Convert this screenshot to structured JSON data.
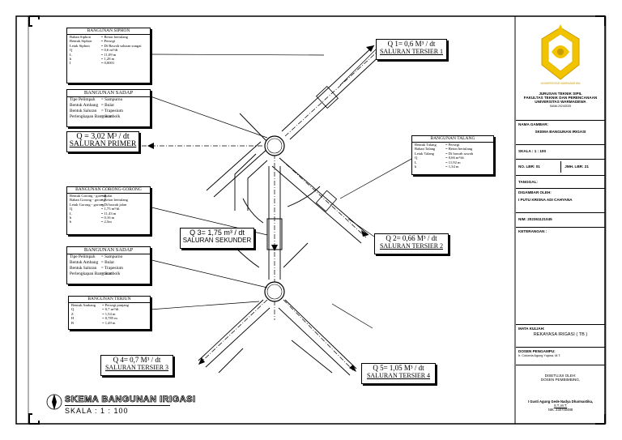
{
  "boxes": {
    "siphon": {
      "title": "BANGUNAN SIPHON",
      "rows": [
        [
          "Bahan Siphon",
          "= Beton bertulang"
        ],
        [
          "Bentuk Siphon",
          "= Persegi"
        ],
        [
          "Letak Siphon",
          "= Di Bawah saluran sungai"
        ],
        [
          "Q",
          "= 0,6 m³/dt"
        ],
        [
          "L",
          "= 11,09 m"
        ],
        [
          "h",
          "= 1,28 m"
        ],
        [
          "I",
          "= 0,0001"
        ]
      ]
    },
    "sadap1": {
      "title": "BANGUNAN SADAP",
      "rows": [
        [
          "Tipe Pelimpah",
          "= Sampurno"
        ],
        [
          "Bentuk Ambang",
          "= Bulat"
        ],
        [
          "Bentuk Saluran",
          "= Trapesium"
        ],
        [
          "Perlengkapan Bangunan",
          "= Scotbolk"
        ]
      ]
    },
    "talang": {
      "title": "BANGUNAN TALANG",
      "rows": [
        [
          "Bentuk Talang",
          "= Persegi"
        ],
        [
          "Bahan Talang",
          "= Beton bertulang"
        ],
        [
          "Letak Talang",
          "= Di bawah sawah"
        ],
        [
          "Q",
          "= 0,66 m³/dt"
        ],
        [
          "L",
          "= 11,92 m"
        ],
        [
          "h",
          "= 1,34 m"
        ]
      ]
    },
    "gorong": {
      "title": "BANGUNAN GORONG-GORONG",
      "rows": [
        [
          "Bentuk Gorong - gorong",
          "= Bulat"
        ],
        [
          "Bahan Gorong - gorong",
          "= Beton bertulang"
        ],
        [
          "Letak Gorong - gorong",
          "= Di bawah jalan"
        ],
        [
          "Q",
          "= 1,75 m³/dt"
        ],
        [
          "L",
          "= 11,43 m"
        ],
        [
          "h",
          "= 0,16 m"
        ],
        [
          "b",
          "= 2,5m"
        ]
      ]
    },
    "sadap2": {
      "title": "BANGUNAN SADAP",
      "rows": [
        [
          "Tipe Pelimpah",
          "= Sampurno"
        ],
        [
          "Bentuk Ambang",
          "= Bulat"
        ],
        [
          "Bentuk Saluran",
          "= Trapesium"
        ],
        [
          "Perlengkapan Bangunan",
          "= Scotbolk"
        ]
      ]
    },
    "terjun": {
      "title": "BANGUNAN TERJUN",
      "rows": [
        [
          "Bentuk Ambang",
          "= Persegi panjang"
        ],
        [
          "Q",
          "= 0,7 m³/dt"
        ],
        [
          "Z",
          "= 1,54 m"
        ],
        [
          "H",
          "= 0,785 m"
        ],
        [
          "B",
          "= 1,49 m"
        ]
      ]
    }
  },
  "flows": {
    "tersier1": {
      "q": "Q 1= 0,6 M³ / dt",
      "name": "SALURAN TERSIER 1"
    },
    "primer": {
      "q": "Q = 3,02 M³ / dt",
      "name": "SALURAN PRIMER"
    },
    "sekunder": {
      "q": "Q 3= 1,75 m³ / dt",
      "name": "SALURAN SEKUNDER"
    },
    "tersier2": {
      "q": "Q 2= 0,66 M³ / dt",
      "name": "SALURAN TERSIER 2"
    },
    "tersier3": {
      "q": "Q 4= 0,7 M³ / dt",
      "name": "SALURAN TERSIER 3"
    },
    "tersier4": {
      "q": "Q 5= 1,05 M³ / dt",
      "name": "SALURAN TERSIER 4"
    }
  },
  "drawing": {
    "title": "SKEMA BANGUNAN IRIGASI",
    "scale": "SKALA  :  1 : 100"
  },
  "titleblock": {
    "dept1": "JURUSAN TEKNIK SIPIL",
    "dept2": "FAKULTAS TEKNIK DAN PERENCANAAN",
    "dept3": "UNIVERSITAS WARMADEWA",
    "dept4": "SAMA 2024/2025",
    "nama_label": "NAMA GAMBAR:",
    "nama_value": "SKEMA BANGUNAN IRIGASI",
    "skala": "SKALA :  1 : 100",
    "no_lbr": "NO. LBR:  01",
    "jml_lbr": "JMH. LBR:  21",
    "tanggal": "TANGGAL:",
    "digambar_label": "DIGAMBAR OLEH:",
    "digambar_value": "I PUTU KRISNA ADI CAHYANA",
    "nim": "NIM: 2023611210​45",
    "keterangan": "KETERANGAN :",
    "mk_label": "MATA KULIAH:",
    "mk_value": "REKAYASA IRIGASI ( TB )",
    "dosen_label": "DOSEN PENGAMPU:",
    "dosen_value": "Ir. Cokorda Agung Yujana, M.T.",
    "disetujui1": "DISETUJUI OLEH:",
    "disetujui2": "DOSEN PEMBIMBING,",
    "pembimbing": "I Gusti Agung Gede Nadya Dharmastika,",
    "pembimbing2": "S.T.,M.T.",
    "nik": "NIK.  230700488",
    "logo_text": "UNIVERSITAS WARMADEWA"
  }
}
